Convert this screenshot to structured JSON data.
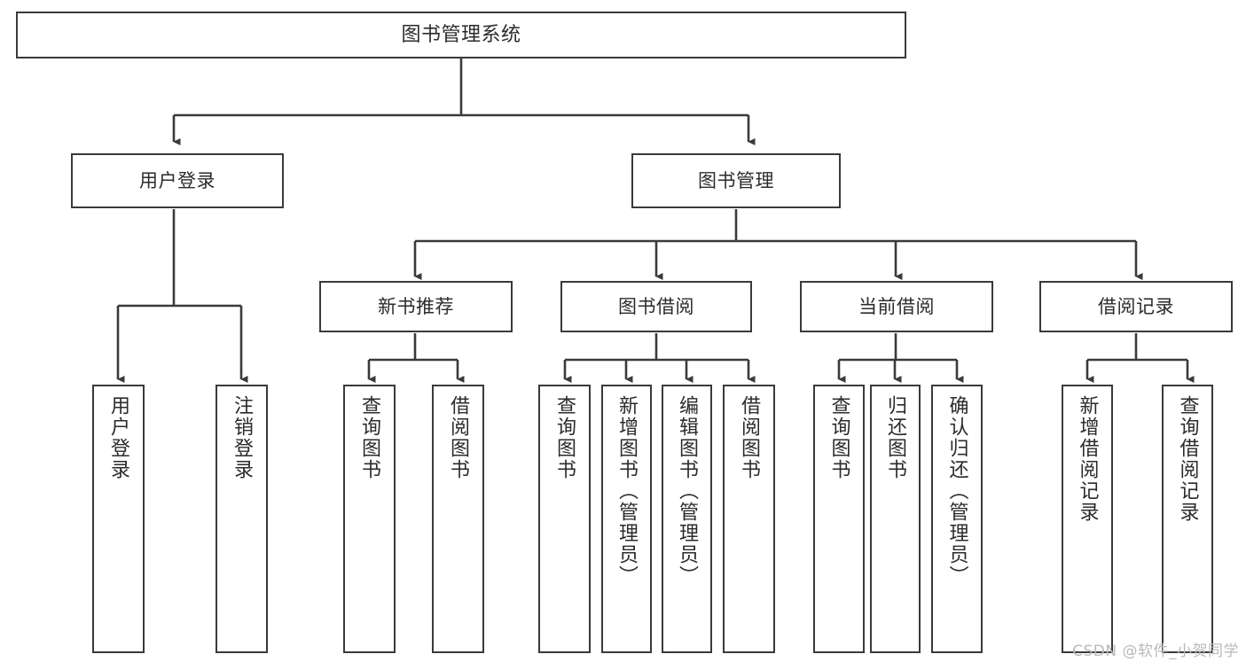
{
  "diagram": {
    "title": "图书管理系统",
    "type": "tree",
    "root": {
      "label": "图书管理系统"
    },
    "level2": [
      {
        "label": "用户登录"
      },
      {
        "label": "图书管理"
      }
    ],
    "level3": [
      {
        "label": "新书推荐"
      },
      {
        "label": "图书借阅"
      },
      {
        "label": "当前借阅"
      },
      {
        "label": "借阅记录"
      }
    ],
    "leaves": {
      "user_login": [
        {
          "label": "用户登录"
        },
        {
          "label": "注销登录"
        }
      ],
      "new_book_recommend": [
        {
          "label": "查询图书"
        },
        {
          "label": "借阅图书"
        }
      ],
      "book_borrow": [
        {
          "label": "查询图书"
        },
        {
          "label": "新增图书（管理员）"
        },
        {
          "label": "编辑图书（管理员）"
        },
        {
          "label": "借阅图书"
        }
      ],
      "current_borrow": [
        {
          "label": "查询图书"
        },
        {
          "label": "归还图书"
        },
        {
          "label": "确认归还（管理员）"
        }
      ],
      "borrow_record": [
        {
          "label": "新增借阅记录"
        },
        {
          "label": "查询借阅记录"
        }
      ]
    }
  },
  "watermark": {
    "text": "CSDN @软件_小贺同学"
  },
  "colors": {
    "stroke": "#3a3a3a",
    "background": "#ffffff",
    "text": "#2b2b2b",
    "watermark": "#b9b9b9"
  }
}
